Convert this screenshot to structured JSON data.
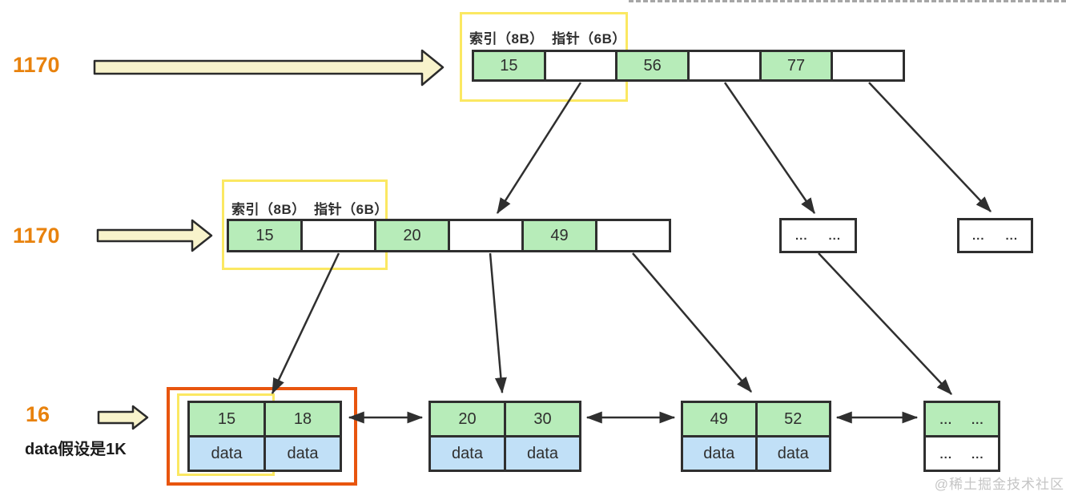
{
  "annotations": {
    "root_fanout": "1170",
    "internal_fanout": "1170",
    "leaf_fanout": "16",
    "leaf_note": "data假设是1K"
  },
  "root": {
    "header_label": "索引（8B）  指针（6B）",
    "cells": [
      "15",
      "",
      "56",
      "",
      "77",
      ""
    ]
  },
  "internal": {
    "header_label": "索引（8B）  指针（6B）",
    "cells": [
      "15",
      "",
      "20",
      "",
      "49",
      ""
    ],
    "more_left": {
      "left_dots": "...",
      "right_dots": "..."
    },
    "more_right": {
      "left_dots": "...",
      "right_dots": "..."
    }
  },
  "leaves": [
    {
      "key1": "15",
      "key2": "18",
      "data1": "data",
      "data2": "data"
    },
    {
      "key1": "20",
      "key2": "30",
      "data1": "data",
      "data2": "data"
    },
    {
      "key1": "49",
      "key2": "52",
      "data1": "data",
      "data2": "data"
    },
    {
      "top_left": "...",
      "top_right": "...",
      "bottom_left": "...",
      "bottom_right": "..."
    }
  ],
  "watermark": "@稀土掘金技术社区",
  "colors": {
    "key_cell_fill": "#b7ecb9",
    "data_cell_fill": "#c1e0f7",
    "node_border": "#2f2f2f",
    "highlight_yellow": "#fbe862",
    "highlight_orange": "#e8550e",
    "accent_orange": "#e8820d",
    "block_arrow_fill": "#f8f3cb",
    "watermark_gray": "#c5c5c5"
  }
}
